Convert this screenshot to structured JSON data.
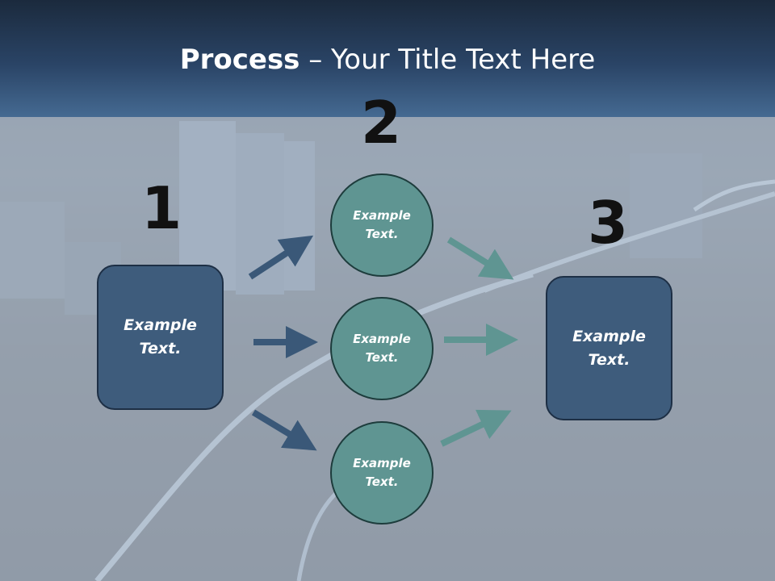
{
  "slide": {
    "title_bold": "Process",
    "title_rest": " – Your Title Text Here"
  },
  "steps": {
    "step1_number": "1",
    "step2_number": "2",
    "step3_number": "3"
  },
  "boxes": {
    "left_text": "Example Text.",
    "right_text": "Example Text."
  },
  "circles": {
    "top_text": "Example Text.",
    "middle_text": "Example Text.",
    "bottom_text": "Example Text."
  },
  "colors": {
    "header": "#2a4466",
    "box_fill": "#3e5c7c",
    "circle_fill": "#5f9592",
    "arrow_dark": "#3a5878",
    "arrow_teal": "#5f9592"
  }
}
